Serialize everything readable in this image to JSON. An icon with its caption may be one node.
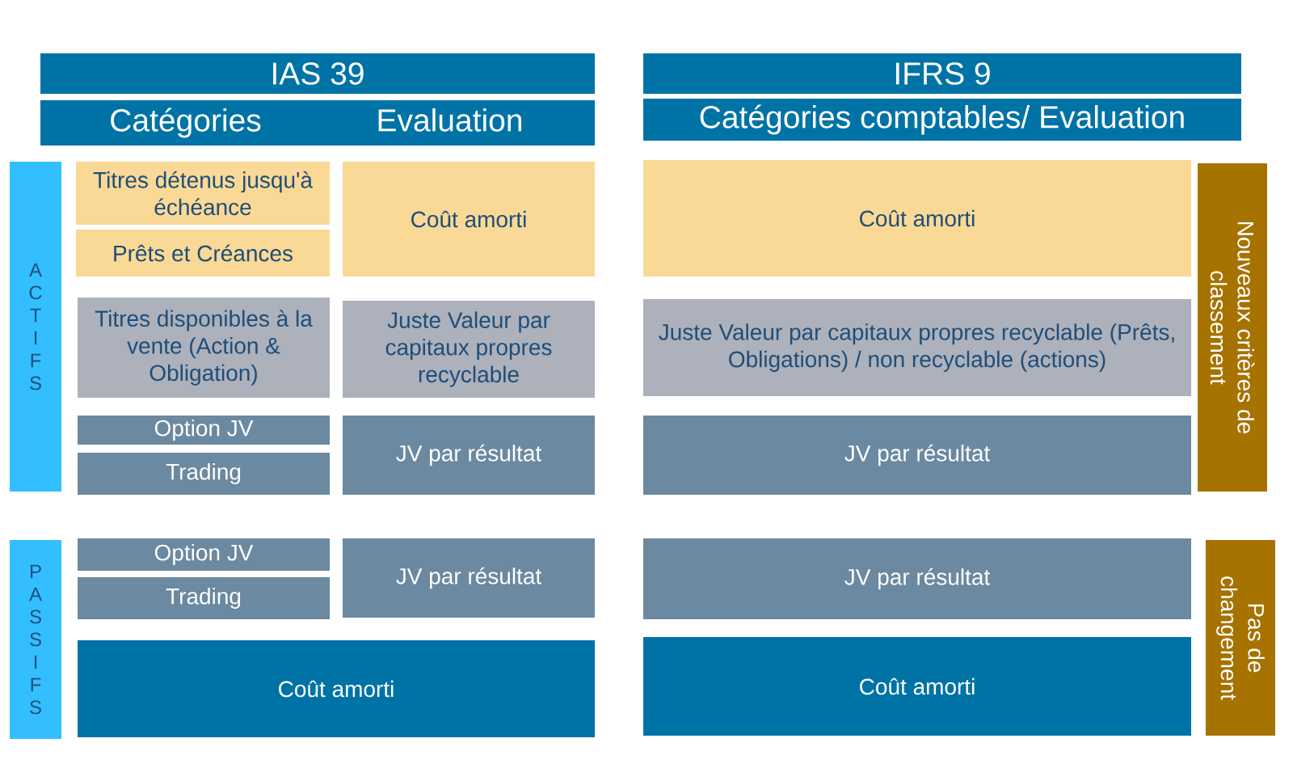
{
  "diagram": {
    "nodes": [
      {
        "text": [
          "IAS 39"
        ]
      },
      {
        "text": [
          "IFRS 9"
        ]
      },
      {
        "text": [
          "Catégories",
          "Evaluation"
        ]
      },
      {
        "text": [
          "Catégories comptables/ Evaluation"
        ]
      },
      {
        "text": [
          "A C T I F S"
        ]
      },
      {
        "text": [
          "Titres détenus jusqu'à échéance"
        ]
      },
      {
        "text": [
          "Coût amorti"
        ]
      },
      {
        "text": [
          "Coût amorti"
        ]
      },
      {
        "text": [
          "Nouveaux critères de classement"
        ]
      },
      {
        "text": [
          "Prêts et Créances"
        ]
      },
      {
        "text": [
          "Titres disponibles à la vente (Action & Obligation)"
        ]
      },
      {
        "text": [
          "Juste Valeur par capitaux propres recyclable"
        ]
      },
      {
        "text": [
          "Juste Valeur par capitaux propres recyclable (Prêts, Obligations) / non recyclable (actions)"
        ]
      },
      {
        "text": [
          "Option JV"
        ]
      },
      {
        "text": [
          "JV par résultat"
        ]
      },
      {
        "text": [
          "JV par résultat"
        ]
      },
      {
        "text": [
          "Trading"
        ]
      },
      {
        "text": [
          "P A S S I F S"
        ]
      },
      {
        "text": [
          "Option JV"
        ]
      },
      {
        "text": [
          "JV par résultat"
        ]
      },
      {
        "text": [
          "JV par résultat"
        ]
      },
      {
        "text": [
          "Pas de changement"
        ]
      },
      {
        "text": [
          "Trading"
        ]
      },
      {
        "text": [
          "Coût amorti"
        ]
      },
      {
        "text": [
          "Coût amorti"
        ]
      }
    ]
  }
}
